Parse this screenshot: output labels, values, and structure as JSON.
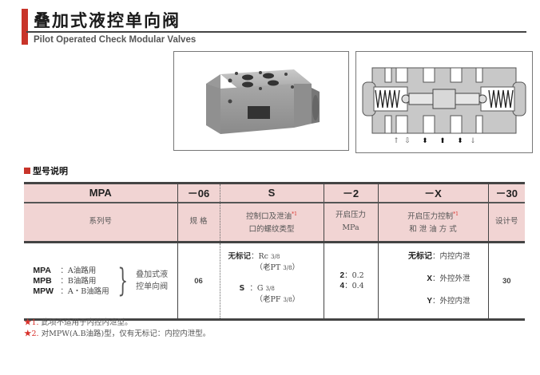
{
  "header": {
    "title_cn": "叠加式液控单向阀",
    "title_en": "Pilot Operated Check Modular Valves",
    "accent_color": "#c8342a"
  },
  "images": {
    "photo": "valve-product-photo",
    "diagram": "valve-cross-section-diagram",
    "diagram_arrows": [
      "↑",
      "⇩",
      "⬍",
      "⬆",
      "⬍",
      "↓"
    ]
  },
  "section": {
    "title": "型号说明"
  },
  "table": {
    "codes": [
      "MPA",
      "－06",
      "S",
      "－2",
      "－X",
      "－30"
    ],
    "descriptions": {
      "series": "系列号",
      "size": "规 格",
      "thread_line1": "控制口及泄油",
      "thread_line2": "口的螺纹类型",
      "pressure_line1": "开启压力",
      "pressure_line2": "MPa",
      "control_line1": "开启压力控制",
      "control_line2": "和 泄 油 方 式",
      "design": "设计号",
      "star_marker": "*1"
    },
    "series": {
      "items": [
        {
          "code": "MPA",
          "desc": "：A油路用"
        },
        {
          "code": "MPB",
          "desc": "：B油路用"
        },
        {
          "code": "MPW",
          "desc": "：A・B油路用"
        }
      ],
      "name_line1": "叠加式液",
      "name_line2": "控单向阀"
    },
    "size_value": "06",
    "thread": {
      "none_label": "无标记",
      "none_value": "：Rc",
      "none_old": "（老PT",
      "s_label": "S",
      "s_value": "：G",
      "s_old": "（老PF",
      "fraction": "3/8",
      "close": "）"
    },
    "pressure": [
      {
        "code": "2",
        "value": "：0.2"
      },
      {
        "code": "4",
        "value": "：0.4"
      }
    ],
    "control": [
      {
        "code": "无标记",
        "value": "：内控内泄"
      },
      {
        "code": "X",
        "value": "：外控外泄"
      },
      {
        "code": "Y",
        "value": "：外控内泄"
      }
    ],
    "design_value": "30"
  },
  "notes": [
    {
      "marker": "★1.",
      "text": "此项不适用于内控内泄型。"
    },
    {
      "marker": "★2.",
      "text": "对MPW(A.B油路)型，仅有无标记：内控内泄型。"
    }
  ]
}
